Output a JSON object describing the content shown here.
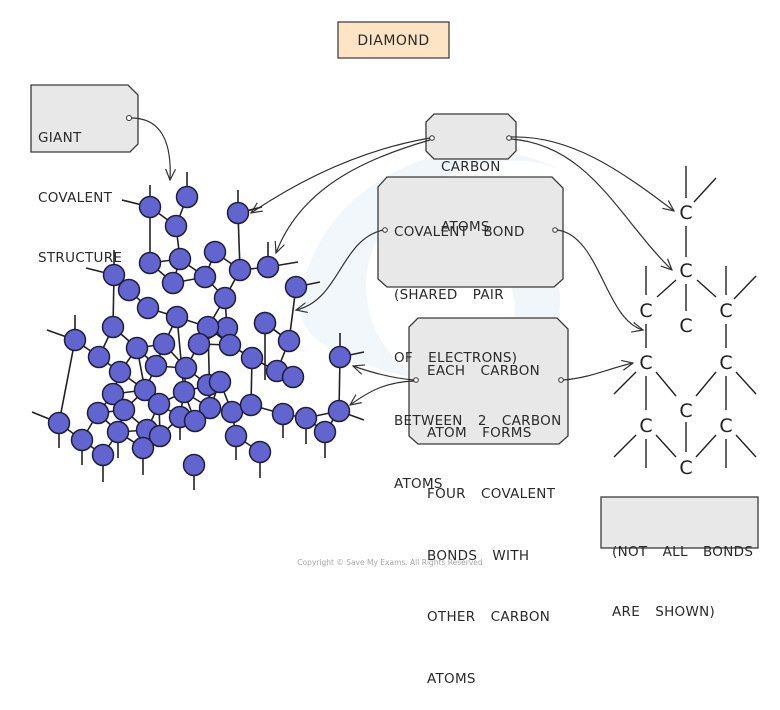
{
  "title": "DIAMOND",
  "colors": {
    "title_fill": "#fde4c4",
    "box_fill": "#e8e8e8",
    "atom_fill": "#6264cf",
    "outline": "#3a3a3a",
    "watermark": "#dceaf4"
  },
  "labels": {
    "giant_covalent_structure": [
      "GIANT",
      "COVALENT",
      "STRUCTURE"
    ],
    "carbon_atoms": [
      "CARBON",
      "ATOMS"
    ],
    "covalent_bond": [
      "COVALENT  BOND",
      "(SHARED  PAIR",
      "OF  ELECTRONS)",
      "BETWEEN  2  CARBON",
      "ATOMS"
    ],
    "each_carbon": [
      "EACH  CARBON",
      "ATOM  FORMS",
      "FOUR  COVALENT",
      "BONDS  WITH",
      "OTHER  CARBON",
      "ATOMS"
    ],
    "not_all_bonds": [
      "(NOT  ALL  BONDS",
      "ARE  SHOWN)"
    ]
  },
  "structural_formula": {
    "atom_symbol": "C",
    "atom_count": 11
  },
  "lattice": {
    "atom_count": 60,
    "shape": "tetrahedral carbon network"
  },
  "copyright": "Copyright © Save My Exams. All Rights Reserved"
}
